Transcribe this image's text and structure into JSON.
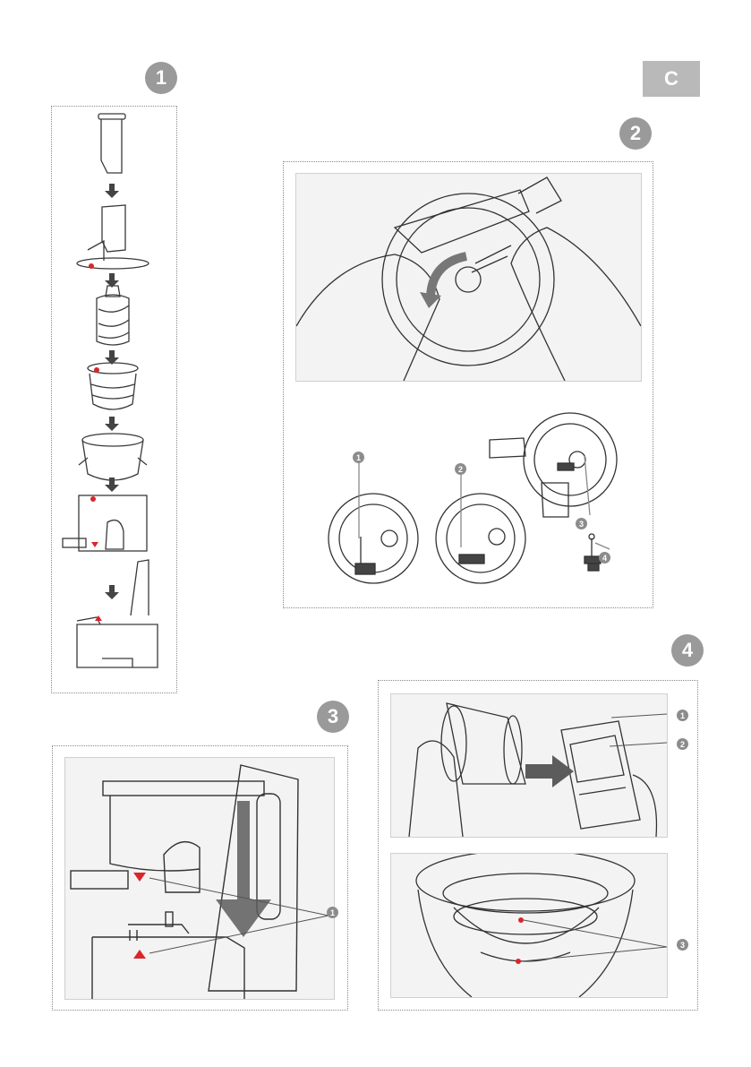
{
  "section_tab": "C",
  "steps": {
    "s1": "1",
    "s2": "2",
    "s3": "3",
    "s4": "4"
  },
  "step2_callouts": [
    "1",
    "2",
    "3",
    "4"
  ],
  "step3_callouts": [
    "1"
  ],
  "step4_callouts": [
    "1",
    "2",
    "3"
  ],
  "colors": {
    "accent_red": "#d9262b",
    "badge_gray": "#9a9a9a",
    "tab_gray": "#b9b9b9",
    "line": "#3a3a3a"
  },
  "icons": {
    "arrow_down": "arrow-down-icon",
    "marker_dot": "red-dot-marker",
    "marker_triangle": "red-triangle-marker"
  }
}
